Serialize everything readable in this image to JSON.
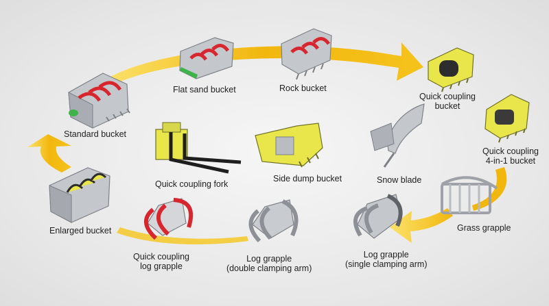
{
  "colors": {
    "arrow": "#f2b70f",
    "arrow_light": "#fbe26a",
    "accessory_yellow": "#e8e64a",
    "accessory_red": "#d8262f",
    "metal": "#c4c7cc",
    "metal_dark": "#7d8187"
  },
  "attachments": [
    {
      "id": "standard",
      "label": "Standard bucket",
      "icon": "standard-bucket-icon"
    },
    {
      "id": "flat-sand",
      "label": "Flat sand bucket",
      "icon": "flat-sand-bucket-icon"
    },
    {
      "id": "rock",
      "label": "Rock bucket",
      "icon": "rock-bucket-icon"
    },
    {
      "id": "quick-coupling",
      "label": "Quick coupling",
      "label2": "bucket",
      "icon": "quick-coupling-bucket-icon"
    },
    {
      "id": "four-in-one",
      "label": "Quick coupling",
      "label2": "4-in-1 bucket",
      "icon": "four-in-one-bucket-icon"
    },
    {
      "id": "grass",
      "label": "Grass grapple",
      "icon": "grass-grapple-icon"
    },
    {
      "id": "log-single",
      "label": "Log grapple",
      "label2": "(single clamping arm)",
      "icon": "log-grapple-single-icon"
    },
    {
      "id": "log-double",
      "label": "Log grapple",
      "label2": "(double clamping arm)",
      "icon": "log-grapple-double-icon"
    },
    {
      "id": "qc-log",
      "label": "Quick coupling",
      "label2": "log grapple",
      "icon": "quick-coupling-log-grapple-icon"
    },
    {
      "id": "enlarged",
      "label": "Enlarged bucket",
      "icon": "enlarged-bucket-icon"
    },
    {
      "id": "fork",
      "label": "Quick coupling fork",
      "icon": "quick-coupling-fork-icon"
    },
    {
      "id": "side-dump",
      "label": "Side dump bucket",
      "icon": "side-dump-bucket-icon"
    },
    {
      "id": "snow",
      "label": "Snow blade",
      "icon": "snow-blade-icon"
    }
  ]
}
